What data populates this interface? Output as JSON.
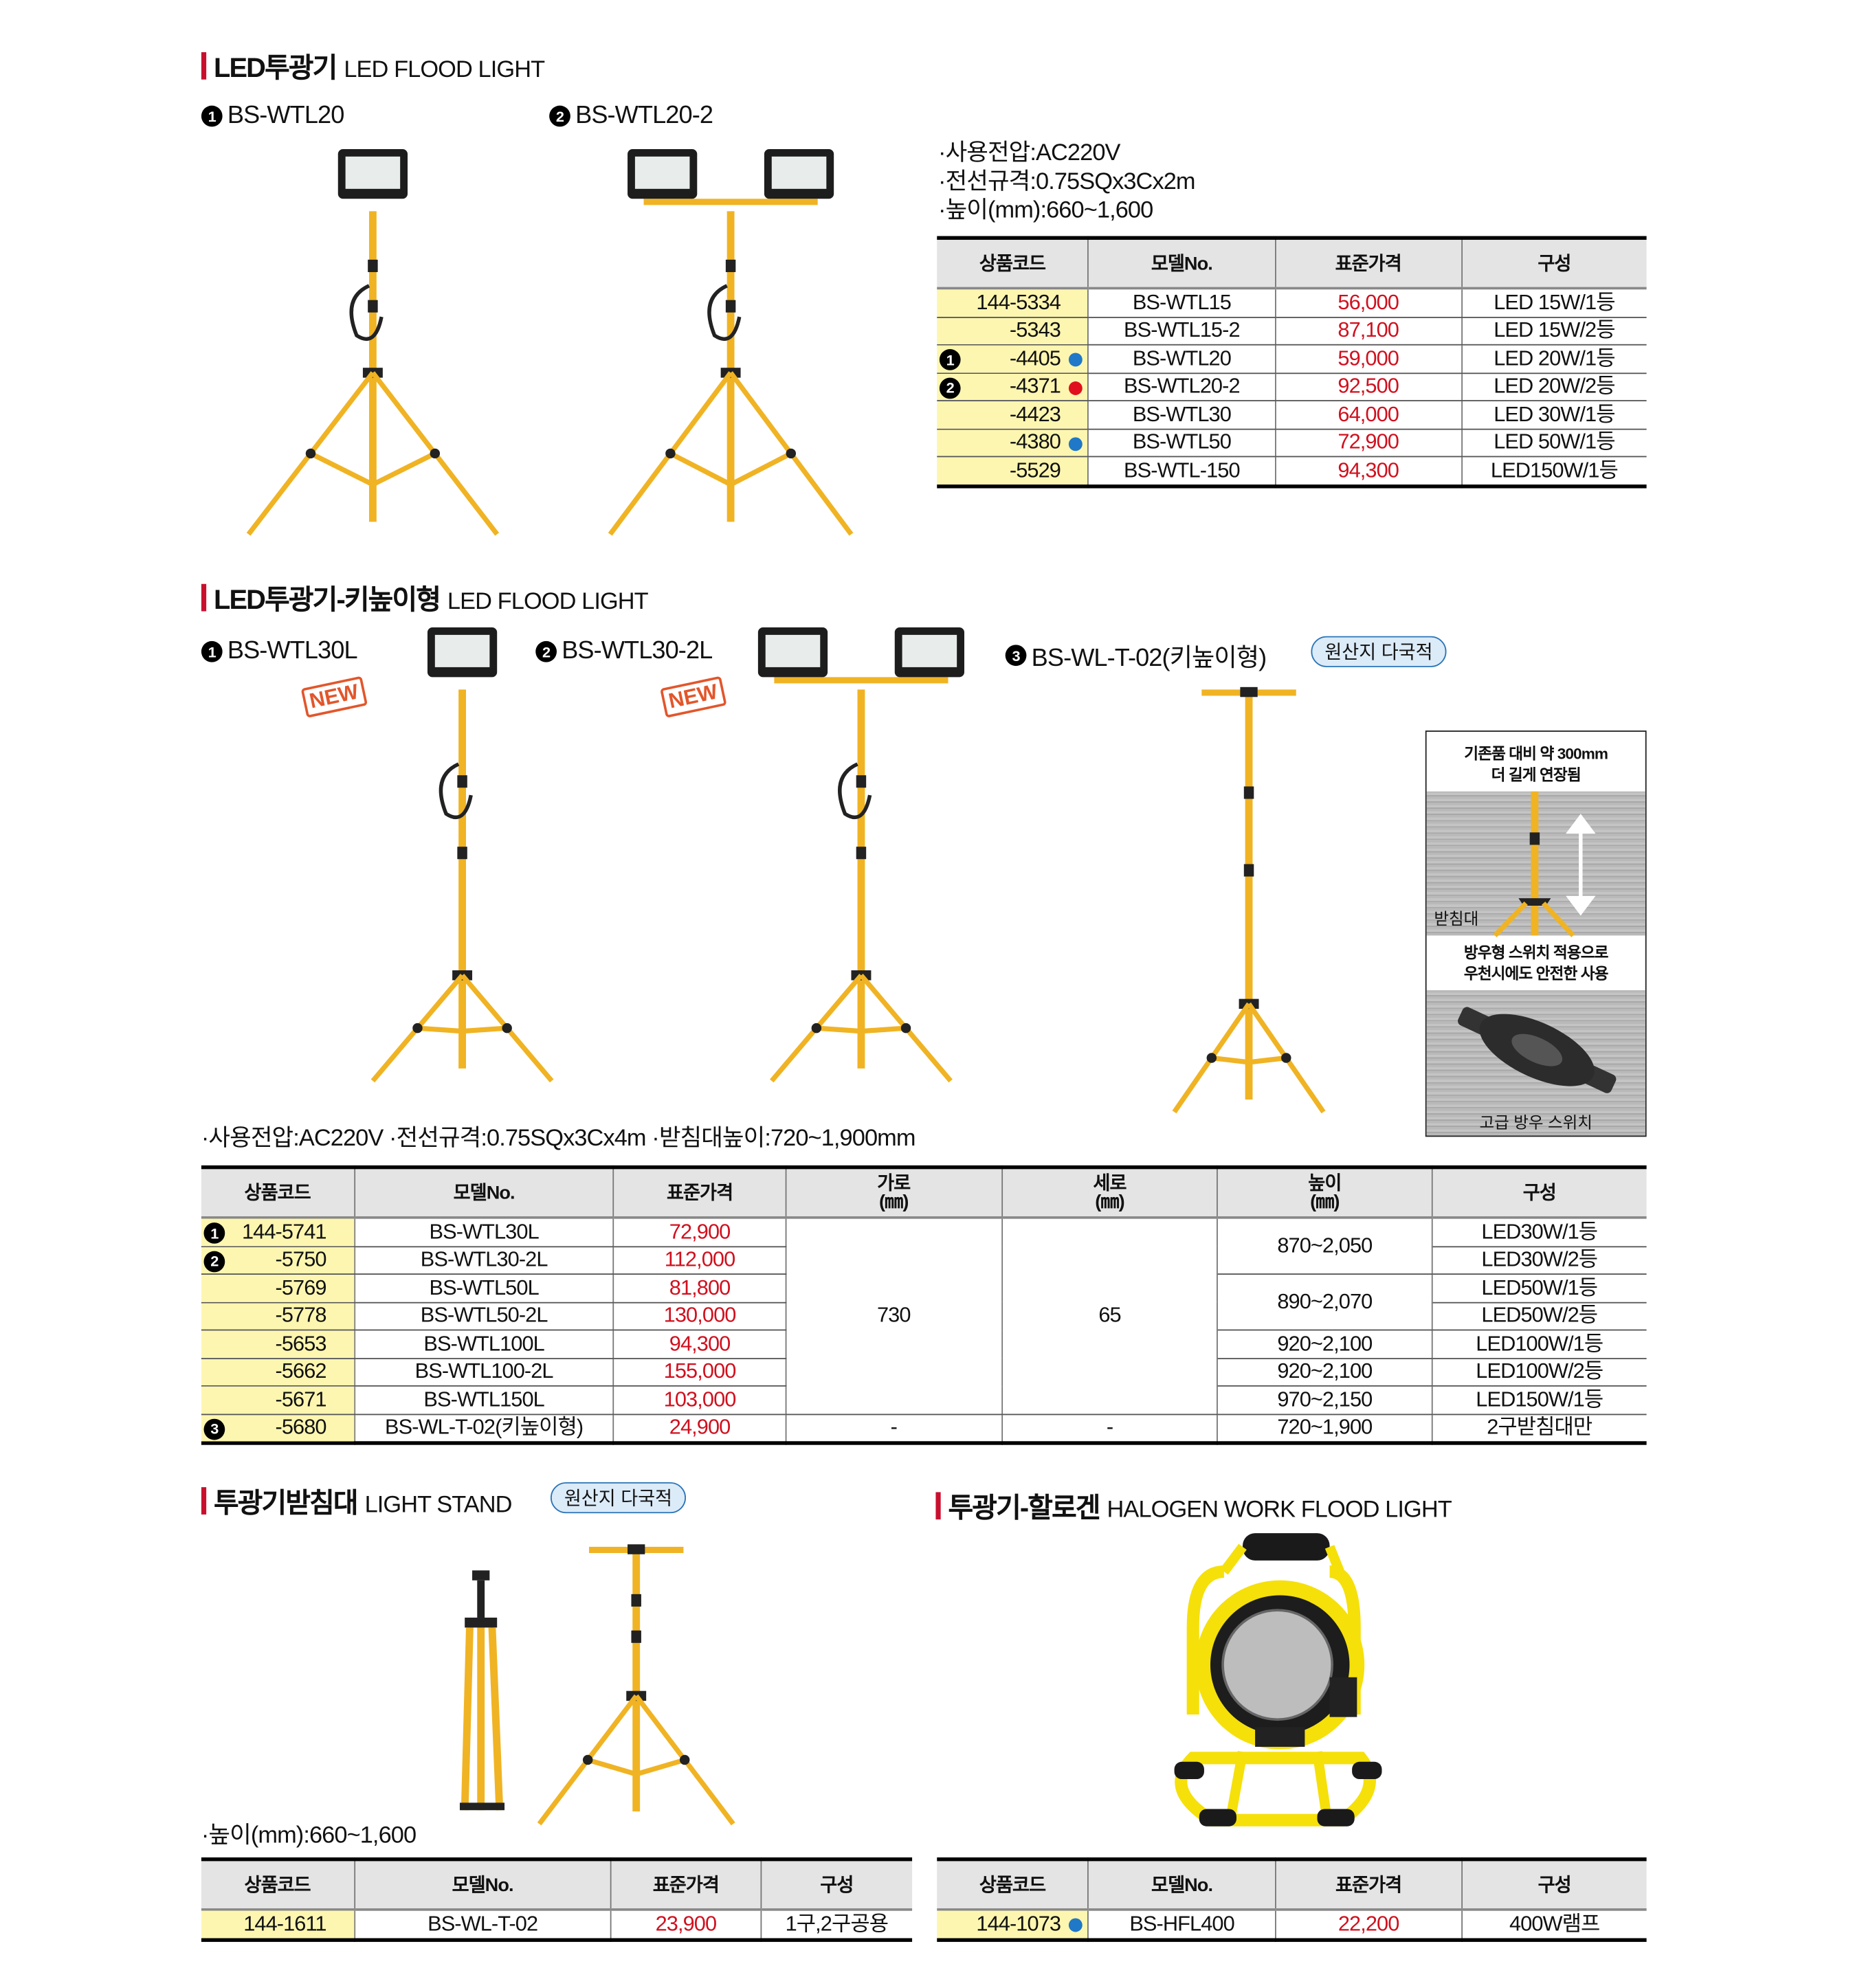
{
  "sections": {
    "led_flood": {
      "title_ko": "LED투광기",
      "title_en": "LED FLOOD LIGHT"
    },
    "led_tall": {
      "title_ko": "LED투광기-키높이형",
      "title_en": "LED FLOOD LIGHT"
    },
    "stand": {
      "title_ko": "투광기받침대",
      "title_en": "LIGHT STAND",
      "badge": "원산지 다국적"
    },
    "halogen": {
      "title_ko": "투광기-할로겐",
      "title_en": "HALOGEN WORK FLOOD LIGHT"
    }
  },
  "led_flood": {
    "products": [
      {
        "num": "1",
        "model": "BS-WTL20"
      },
      {
        "num": "2",
        "model": "BS-WTL20-2"
      }
    ],
    "specs": [
      "·사용전압:AC220V",
      "·전선규격:0.75SQx3Cx2m",
      "·높이(mm):660~1,600"
    ],
    "headers": [
      "상품코드",
      "모델No.",
      "표준가격",
      "구성"
    ],
    "rows": [
      {
        "num": "",
        "code": "144-5334",
        "dot": "",
        "model": "BS-WTL15",
        "price": "56,000",
        "config": "LED 15W/1등"
      },
      {
        "num": "",
        "code": "-5343",
        "dot": "",
        "model": "BS-WTL15-2",
        "price": "87,100",
        "config": "LED 15W/2등"
      },
      {
        "num": "1",
        "code": "-4405",
        "dot": "#1f78c8",
        "model": "BS-WTL20",
        "price": "59,000",
        "config": "LED 20W/1등"
      },
      {
        "num": "2",
        "code": "-4371",
        "dot": "#e0101e",
        "model": "BS-WTL20-2",
        "price": "92,500",
        "config": "LED 20W/2등"
      },
      {
        "num": "",
        "code": "-4423",
        "dot": "",
        "model": "BS-WTL30",
        "price": "64,000",
        "config": "LED 30W/1등"
      },
      {
        "num": "",
        "code": "-4380",
        "dot": "#1f78c8",
        "model": "BS-WTL50",
        "price": "72,900",
        "config": "LED 50W/1등"
      },
      {
        "num": "",
        "code": "-5529",
        "dot": "",
        "model": "BS-WTL-150",
        "price": "94,300",
        "config": "LED150W/1등"
      }
    ]
  },
  "led_tall": {
    "products": [
      {
        "num": "1",
        "model": "BS-WTL30L",
        "new": "NEW"
      },
      {
        "num": "2",
        "model": "BS-WTL30-2L",
        "new": "NEW"
      },
      {
        "num": "3",
        "model": "BS-WL-T-02(키높이형)",
        "badge": "원산지 다국적"
      }
    ],
    "inset": {
      "cap1": "기존품 대비 약 300mm\n더 길게 연장됨",
      "label1": "받침대",
      "cap2": "방우형 스위치 적용으로\n우천시에도 안전한 사용",
      "label2": "고급 방우 스위치"
    },
    "specs": "·사용전압:AC220V  ·전선규격:0.75SQx3Cx4m  ·받침대높이:720~1,900mm",
    "headers": [
      "상품코드",
      "모델No.",
      "표준가격",
      "가로\n(㎜)",
      "세로\n(㎜)",
      "높이\n(㎜)",
      "구성"
    ],
    "rows": [
      {
        "num": "1",
        "code": "144-5741",
        "model": "BS-WTL30L",
        "price": "72,900",
        "w": "730",
        "d": "65",
        "h": "870~2,050",
        "config": "LED30W/1등"
      },
      {
        "num": "2",
        "code": "-5750",
        "model": "BS-WTL30-2L",
        "price": "112,000",
        "w": null,
        "d": null,
        "h": null,
        "config": "LED30W/2등"
      },
      {
        "num": "",
        "code": "-5769",
        "model": "BS-WTL50L",
        "price": "81,800",
        "w": null,
        "d": null,
        "h": "890~2,070",
        "config": "LED50W/1등"
      },
      {
        "num": "",
        "code": "-5778",
        "model": "BS-WTL50-2L",
        "price": "130,000",
        "w": null,
        "d": null,
        "h": null,
        "config": "LED50W/2등"
      },
      {
        "num": "",
        "code": "-5653",
        "model": "BS-WTL100L",
        "price": "94,300",
        "w": null,
        "d": null,
        "h": "920~2,100",
        "config": "LED100W/1등"
      },
      {
        "num": "",
        "code": "-5662",
        "model": "BS-WTL100-2L",
        "price": "155,000",
        "w": null,
        "d": null,
        "h": "920~2,100",
        "config": "LED100W/2등"
      },
      {
        "num": "",
        "code": "-5671",
        "model": "BS-WTL150L",
        "price": "103,000",
        "w": null,
        "d": null,
        "h": "970~2,150",
        "config": "LED150W/1등"
      },
      {
        "num": "3",
        "code": "-5680",
        "model": "BS-WL-T-02(키높이형)",
        "price": "24,900",
        "w": "-",
        "d": "-",
        "h": "720~1,900",
        "config": "2구받침대만"
      }
    ]
  },
  "stand": {
    "specs": "·높이(mm):660~1,600",
    "headers": [
      "상품코드",
      "모델No.",
      "표준가격",
      "구성"
    ],
    "rows": [
      {
        "num": "",
        "code": "144-1611",
        "dot": "",
        "model": "BS-WL-T-02",
        "price": "23,900",
        "config": "1구,2구공용"
      }
    ]
  },
  "halogen": {
    "headers": [
      "상품코드",
      "모델No.",
      "표준가격",
      "구성"
    ],
    "rows": [
      {
        "num": "",
        "code": "144-1073",
        "dot": "#1f78c8",
        "model": "BS-HFL400",
        "price": "22,200",
        "config": "400W램프"
      }
    ]
  }
}
